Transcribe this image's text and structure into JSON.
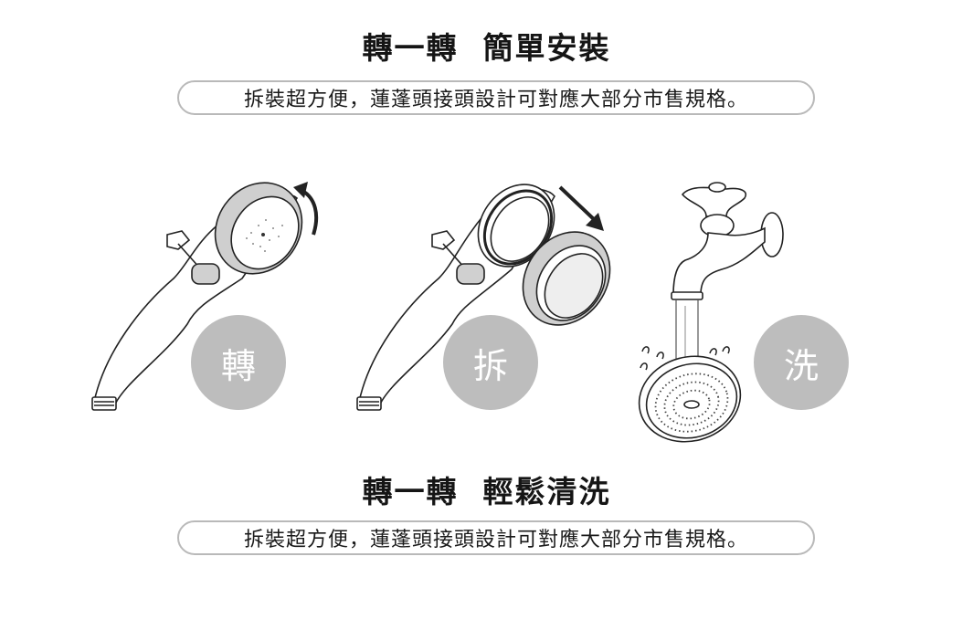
{
  "section_top": {
    "title": "轉一轉  簡單安裝",
    "subtitle": "拆裝超方便，蓮蓬頭接頭設計可對應大部分市售規格。"
  },
  "steps": [
    {
      "label": "轉",
      "illustration": "shower-head-rotate",
      "arrow": "curved-arrow-counterclockwise"
    },
    {
      "label": "拆",
      "illustration": "shower-head-detached",
      "arrow": "diagonal-down-arrow"
    },
    {
      "label": "洗",
      "illustration": "faucet-rinsing-head",
      "arrow": null
    }
  ],
  "section_bottom": {
    "title": "轉一轉  輕鬆清洗",
    "subtitle": "拆裝超方便，蓮蓬頭接頭設計可對應大部分市售規格。"
  },
  "colors": {
    "badge_bg": "#bdbdbd",
    "pill_border": "#b9b9b9",
    "text": "#1a1a1a"
  }
}
